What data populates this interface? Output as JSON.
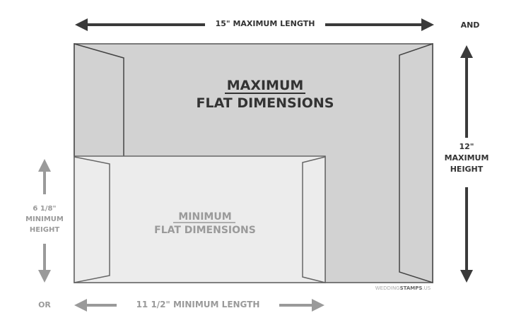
{
  "max_length_label": "15\" MAXIMUM LENGTH",
  "and_label": "AND",
  "max_title_1": "MAXIMUM",
  "max_title_2": "FLAT DIMENSIONS",
  "max_height": {
    "value": "12\"",
    "line1": "MAXIMUM",
    "line2": "HEIGHT"
  },
  "min_title_1": "MINIMUM",
  "min_title_2": "FLAT DIMENSIONS",
  "min_height": {
    "value": "6 1/8\"",
    "line1": "MINIMUM",
    "line2": "HEIGHT"
  },
  "or_label": "OR",
  "min_length_label": "11 1/2\" MINIMUM LENGTH",
  "watermark": {
    "part1": "WEDDING",
    "part2": "STAMPS",
    "part3": ".US"
  },
  "colors": {
    "dark": "#333333",
    "light": "#9a9a9a",
    "max_fill": "#d2d2d2",
    "min_fill": "#ececec"
  }
}
